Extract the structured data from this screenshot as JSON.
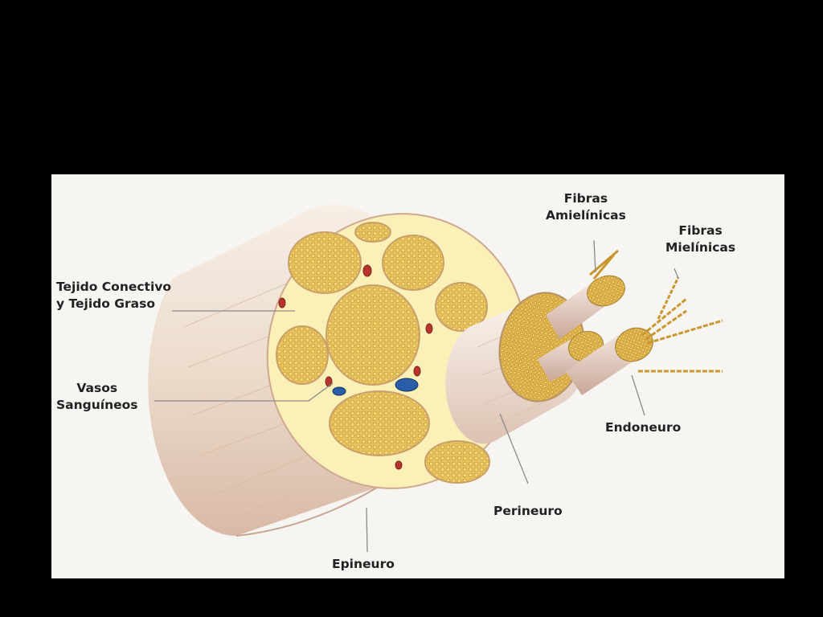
{
  "labels": {
    "tejido": [
      "Tejido Conectivo",
      "y Tejido Graso"
    ],
    "vasos": [
      "Vasos",
      "Sanguíneos"
    ],
    "amielinicas": [
      "Fibras",
      "Amielínicas"
    ],
    "mielinicas": [
      "Fibras",
      "Mielínicas"
    ],
    "endoneuro": "Endoneuro",
    "perineuro": "Perineuro",
    "epineuro": "Epineuro"
  },
  "colors": {
    "background": "#000000",
    "panel": "#f6f5f2",
    "epineurium": "#ead8c8",
    "fascicle": "#e2b94f",
    "connective_tissue": "#fbf0b8",
    "vessel_artery": "#b8342c",
    "vessel_vein": "#2a5ea8"
  }
}
